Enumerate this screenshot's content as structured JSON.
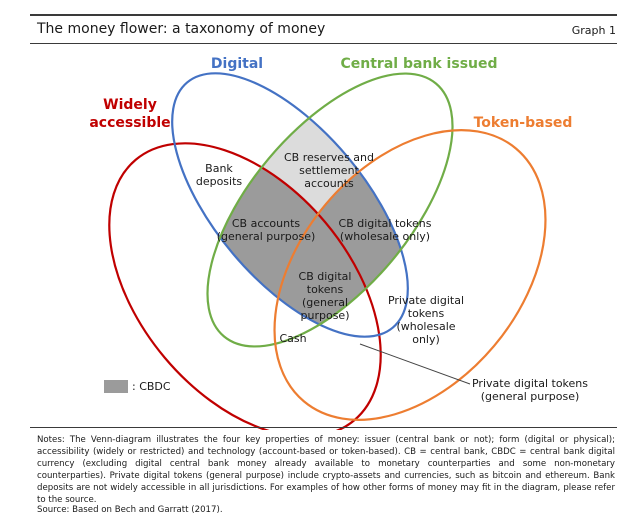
{
  "header": {
    "title": "The money flower: a taxonomy of money",
    "graph_label": "Graph 1"
  },
  "sets": {
    "digital": {
      "label": "Digital",
      "color": "#4472c4"
    },
    "central_bank": {
      "label": "Central bank issued",
      "color": "#70ad47"
    },
    "token_based": {
      "label": "Token-based",
      "color": "#ed7d31"
    },
    "widely_accessible": {
      "line1": "Widely",
      "line2": "accessible",
      "color": "#c00000"
    }
  },
  "regions": {
    "cb_reserves": {
      "line1": "CB reserves and",
      "line2": "settlement",
      "line3": "accounts"
    },
    "bank_deposits": {
      "line1": "Bank",
      "line2": "deposits"
    },
    "cb_accounts": {
      "line1": "CB accounts",
      "line2": "(general purpose)"
    },
    "cb_digital_wholesale": {
      "line1": "CB digital tokens",
      "line2": "(wholesale only)"
    },
    "cb_digital_general": {
      "line1": "CB digital",
      "line2": "tokens",
      "line3": "(general",
      "line4": "purpose)"
    },
    "private_wholesale": {
      "line1": "Private digital",
      "line2": "tokens",
      "line3": "(wholesale",
      "line4": "only)"
    },
    "cash": {
      "label": "Cash"
    },
    "private_general": {
      "line1": "Private digital tokens",
      "line2": "(general purpose)"
    }
  },
  "colors": {
    "cbdc_fill": "#9b9b9b",
    "reserves_fill": "#dcdcdc"
  },
  "legend": {
    "cbdc_label": ": CBDC"
  },
  "footer": {
    "notes": "Notes: The Venn-diagram illustrates the four key properties of money: issuer (central bank or not); form (digital or physical); accessibility (widely or restricted) and technology (account-based or token-based). CB = central bank, CBDC = central bank digital currency (excluding digital central bank money already available to monetary counterparties and some non-monetary counterparties). Private digital tokens (general purpose) include crypto-assets and currencies, such as bitcoin and ethereum. Bank deposits are not widely accessible in all jurisdictions. For examples of how other forms of money may fit in the diagram, please refer to the source.",
    "source": "Source: Based on Bech and Garratt (2017)."
  }
}
